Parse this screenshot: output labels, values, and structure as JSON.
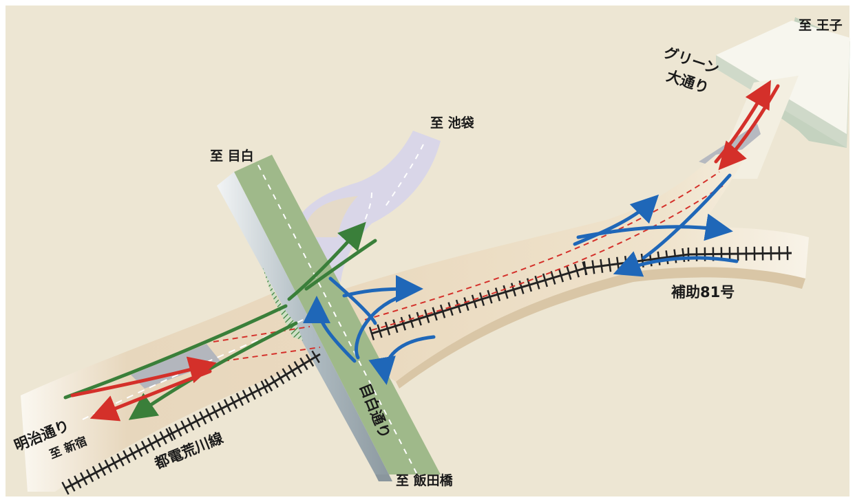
{
  "colors": {
    "background": "#ede6d3",
    "arakawa_road": "#e4d5bb",
    "mejiro_road": "#9fb98a",
    "mejiro_wall": "#a9b4b9",
    "ikebukuro_road": "#d7d4e6",
    "green_oodori": "#f3f1e6",
    "rail": "#222222",
    "green_flow": "#3a7f3a",
    "blue_flow": "#1f67b8",
    "red_flow": "#d4302a",
    "red_dash": "#d4302a"
  },
  "labels": {
    "to_ouji": "至 王子",
    "green_oodori_1": "グリーン",
    "green_oodori_2": "大通り",
    "to_ikebukuro": "至 池袋",
    "to_mejiro": "至 目白",
    "hojo81": "補助81号",
    "meiji_doori": "明治通り",
    "to_shinjuku": "至 新宿",
    "toden_arakawa": "都電荒川線",
    "mejiro_doori": "目白通り",
    "to_iidabashi": "至 飯田橋"
  },
  "icons": {
    "rail_track": "railway-track-icon",
    "flow_arrow": "traffic-flow-arrow-icon"
  }
}
